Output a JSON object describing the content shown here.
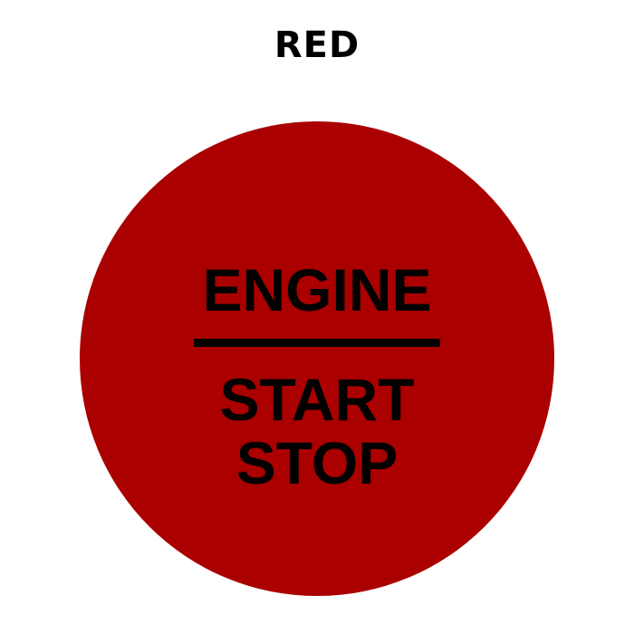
{
  "page": {
    "title": "RED"
  },
  "button": {
    "color": "#aa0000",
    "label_top": "ENGINE",
    "label_line1": "START",
    "label_line2": "STOP"
  }
}
